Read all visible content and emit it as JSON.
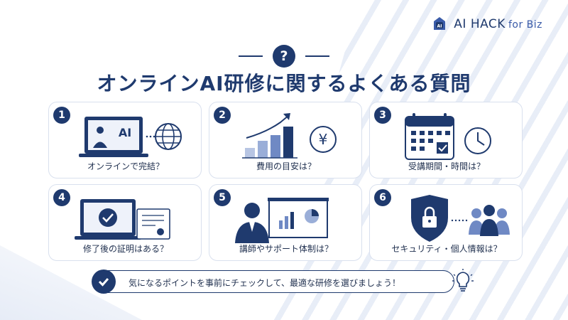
{
  "logo": {
    "name": "AI HACK",
    "suffix": "for Biz",
    "icon": "hacker-hood-icon"
  },
  "header": {
    "question_mark": "?",
    "title": "オンラインAI研修に関するよくある質問"
  },
  "cards": [
    {
      "number": "1",
      "label": "オンラインで完結？",
      "icon": "laptop-ai-globe-icon",
      "screen_text": "AI"
    },
    {
      "number": "2",
      "label": "費用の目安は？",
      "icon": "bar-chart-yen-icon",
      "currency": "¥"
    },
    {
      "number": "3",
      "label": "受講期間・時間は？",
      "icon": "calendar-clock-icon"
    },
    {
      "number": "4",
      "label": "修了後の証明はある？",
      "icon": "laptop-check-certificate-icon"
    },
    {
      "number": "5",
      "label": "講師やサポート体制は？",
      "icon": "instructor-presentation-icon"
    },
    {
      "number": "6",
      "label": "セキュリティ・個人情報は？",
      "icon": "shield-lock-people-icon"
    }
  ],
  "banner": {
    "text": "気になるポイントを事前にチェックして、最適な研修を選びましょう！",
    "icon": "check-icon",
    "side_icon": "lightbulb-icon"
  },
  "colors": {
    "navy": "#1f3a6e",
    "accent": "#3a5ba8",
    "light": "#c9d4ea"
  }
}
